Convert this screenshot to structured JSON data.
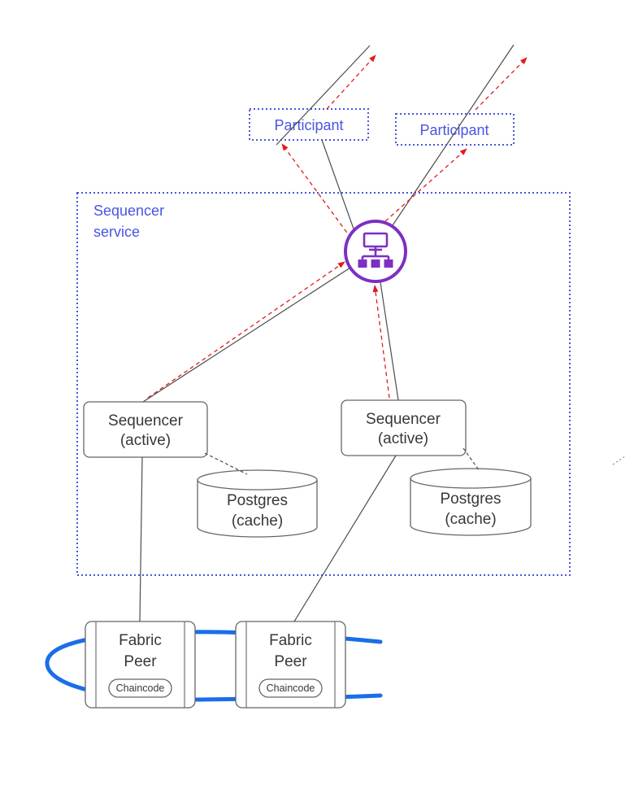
{
  "colors": {
    "accent_blue": "#4a55e1",
    "purple": "#7d2fc3",
    "red": "#e11b1b",
    "line_dark": "#4d4d4d",
    "shape_border": "#666666",
    "text_dark": "#383838",
    "channel_blue": "#1a6ee8",
    "canvas_bg": "#ffffff"
  },
  "nodes": {
    "participants": [
      {
        "label": "Participant"
      },
      {
        "label": "Participant"
      }
    ],
    "sequencer_service": {
      "label": [
        "Sequencer",
        "service"
      ]
    },
    "sequencers": [
      {
        "label": [
          "Sequencer",
          "(active)"
        ]
      },
      {
        "label": [
          "Sequencer",
          "(active)"
        ]
      }
    ],
    "caches": [
      {
        "label": [
          "Postgres",
          "(cache)"
        ]
      },
      {
        "label": [
          "Postgres",
          "(cache)"
        ]
      }
    ],
    "peers": [
      {
        "label": [
          "Fabric",
          "Peer"
        ],
        "badge": "Chaincode"
      },
      {
        "label": [
          "Fabric",
          "Peer"
        ],
        "badge": "Chaincode"
      }
    ],
    "hub_icon": "sitemap-icon"
  }
}
